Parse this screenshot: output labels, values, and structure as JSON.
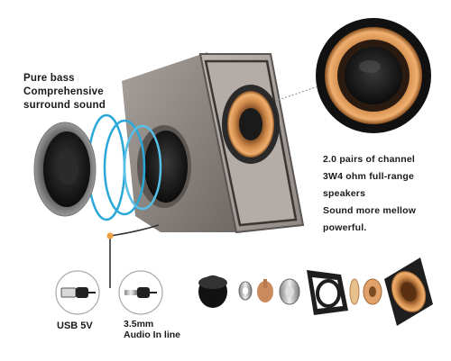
{
  "left_caption": {
    "line1": "Pure bass",
    "line2": "Comprehensive",
    "line3": "surround sound"
  },
  "right_caption": {
    "line1": "2.0 pairs of channel",
    "line2": "3W4 ohm full-range",
    "line3": "speakers",
    "line4": "Sound more mellow",
    "line5": "powerful."
  },
  "connectors": {
    "usb_label": "USB 5V",
    "aux_label_line1": "3.5mm",
    "aux_label_line2": "Audio In line"
  },
  "colors": {
    "cabinet": "#8d8783",
    "front_panel": "#a9a29e",
    "driver_copper": "#d08a4a",
    "wave_blue": "#2aa8d8",
    "accent_orange": "#f0a040"
  }
}
